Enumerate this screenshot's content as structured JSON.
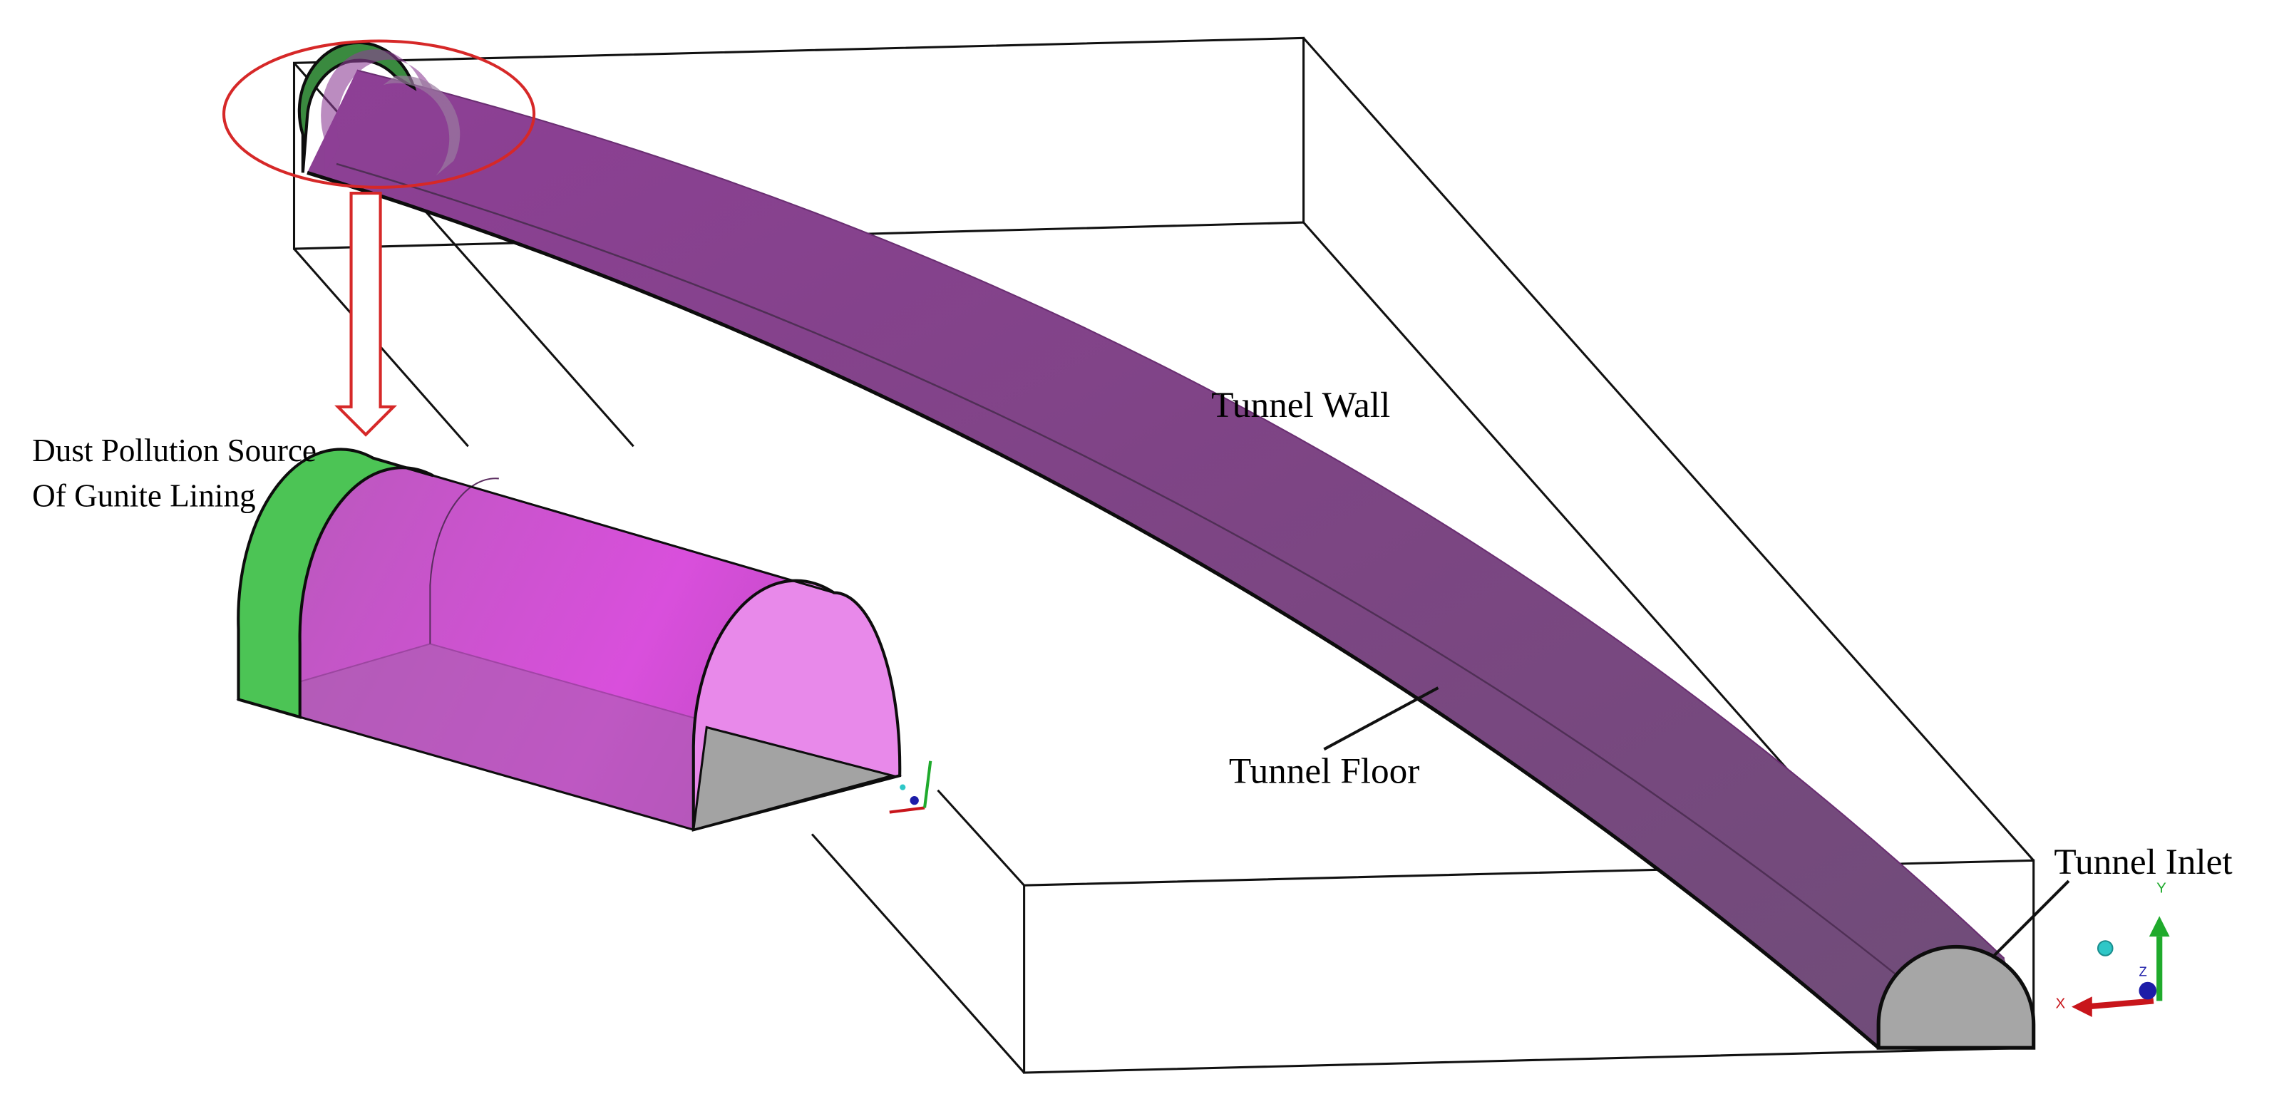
{
  "labels": {
    "tunnel_wall": "Tunnel Wall",
    "tunnel_floor": "Tunnel Floor",
    "tunnel_inlet": "Tunnel Inlet",
    "source_line1": "Dust Pollution Source",
    "source_line2": "Of Gunite Lining"
  },
  "axes": {
    "x": "X",
    "y": "Y",
    "z": "Z"
  },
  "colors": {
    "tunnel_purple": "#8a3c90",
    "tunnel_purple_dark": "#6b4a78",
    "inlet_gray": "#a6a6a6",
    "source_green": "#3fb64a",
    "zoom_magenta": "#d24ed6",
    "highlight_red": "#d62828",
    "axis_x": "#c8151b",
    "axis_y": "#1faa2c",
    "axis_z": "#1c1ca8",
    "axis_dot": "#2ec7c7"
  }
}
